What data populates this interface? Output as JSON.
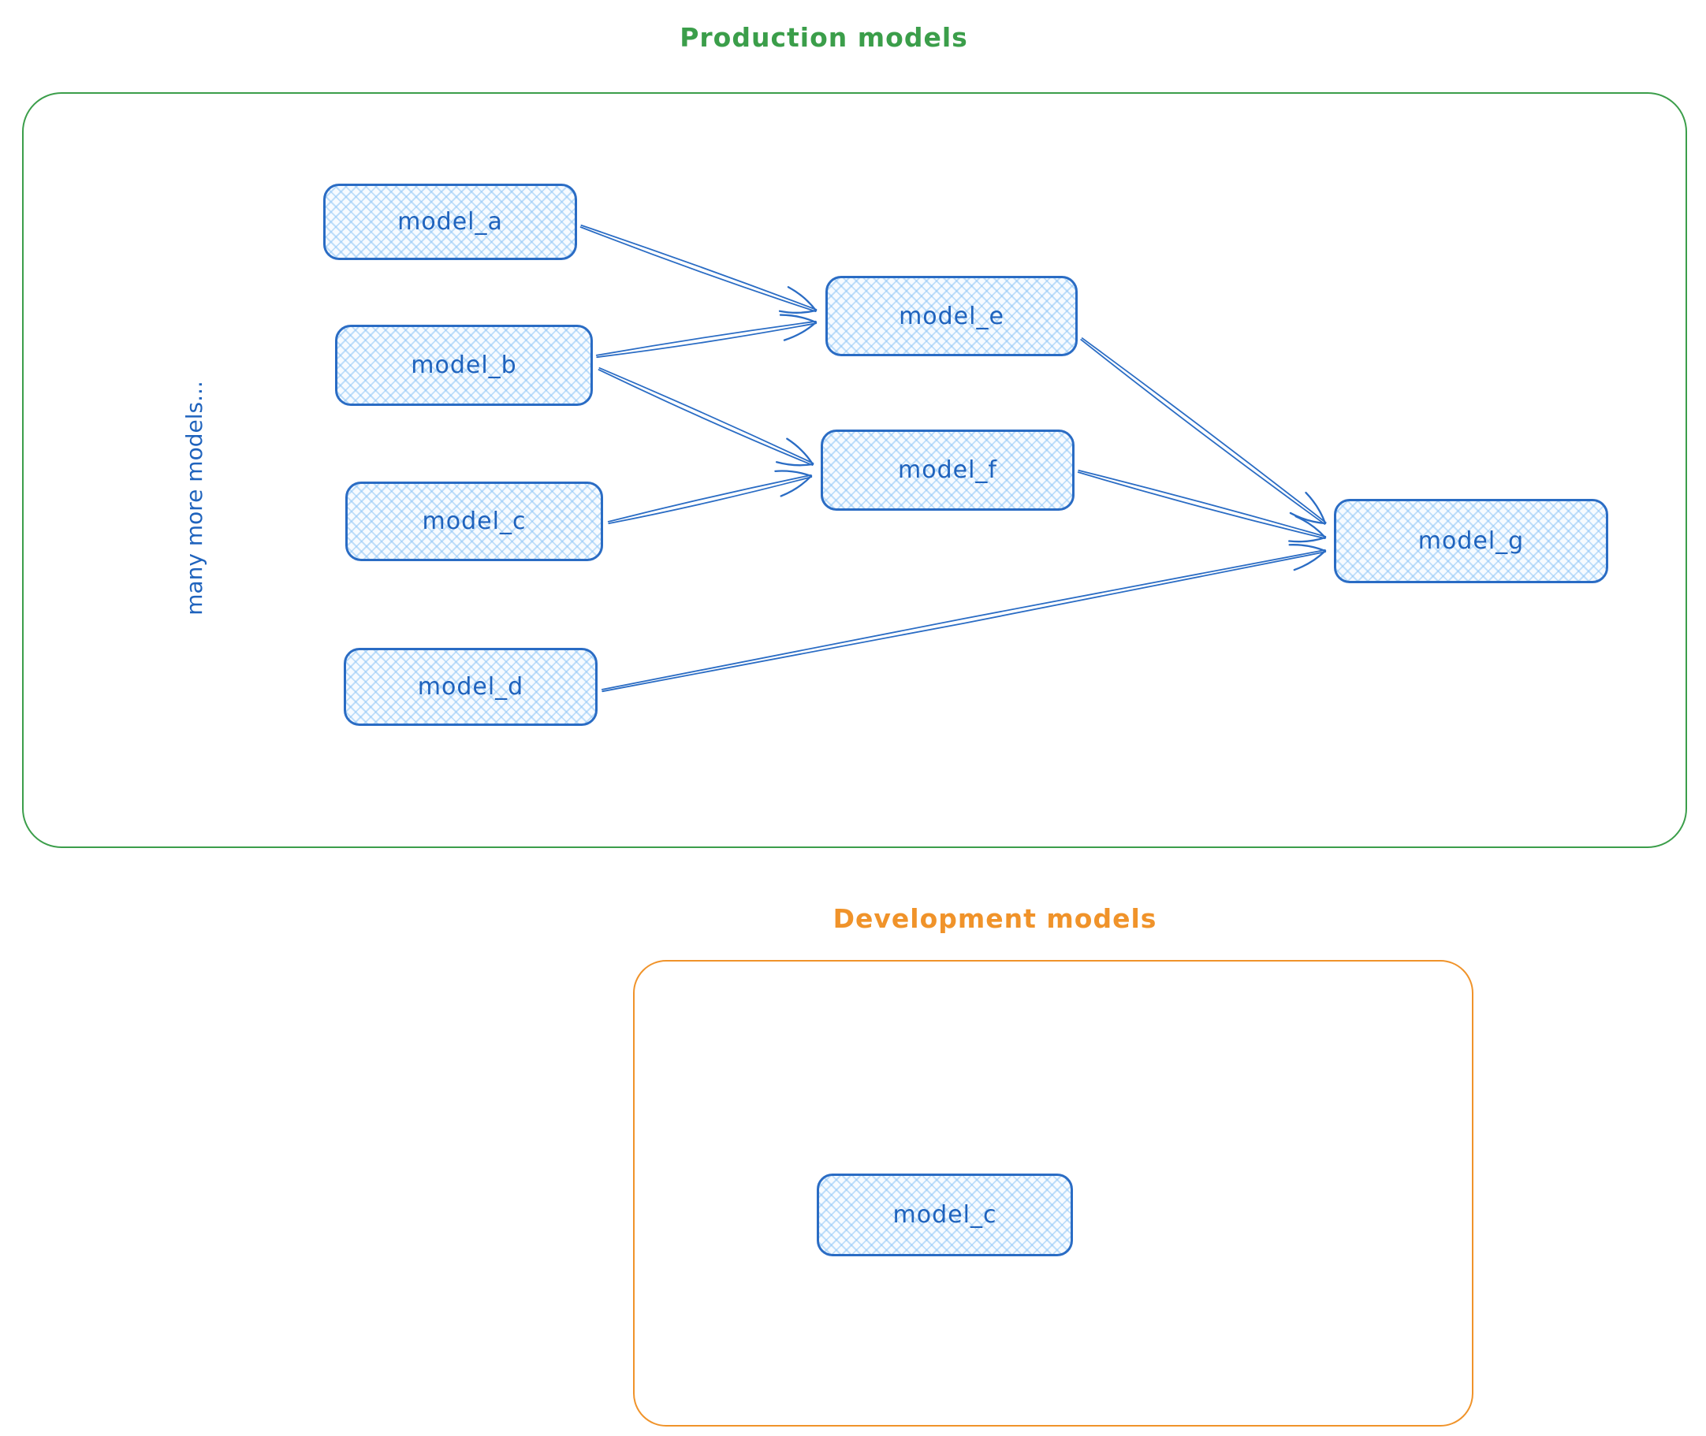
{
  "diagram": {
    "production": {
      "title": "Production models",
      "side_note": "many more models...",
      "nodes": [
        {
          "id": "model_a",
          "label": "model_a"
        },
        {
          "id": "model_b",
          "label": "model_b"
        },
        {
          "id": "model_c",
          "label": "model_c"
        },
        {
          "id": "model_d",
          "label": "model_d"
        },
        {
          "id": "model_e",
          "label": "model_e"
        },
        {
          "id": "model_f",
          "label": "model_f"
        },
        {
          "id": "model_g",
          "label": "model_g"
        }
      ],
      "edges": [
        {
          "from": "model_a",
          "to": "model_e"
        },
        {
          "from": "model_b",
          "to": "model_e"
        },
        {
          "from": "model_b",
          "to": "model_f"
        },
        {
          "from": "model_c",
          "to": "model_f"
        },
        {
          "from": "model_e",
          "to": "model_g"
        },
        {
          "from": "model_f",
          "to": "model_g"
        },
        {
          "from": "model_d",
          "to": "model_g"
        }
      ]
    },
    "development": {
      "title": "Development models",
      "nodes": [
        {
          "id": "dev_model_c",
          "label": "model_c"
        }
      ]
    },
    "colors": {
      "production_border": "#3b9e4a",
      "development_border": "#f0932a",
      "node_stroke": "#2a6cc4",
      "node_text": "#1f63bd",
      "node_fill_hatch": "#90c6f6"
    }
  }
}
